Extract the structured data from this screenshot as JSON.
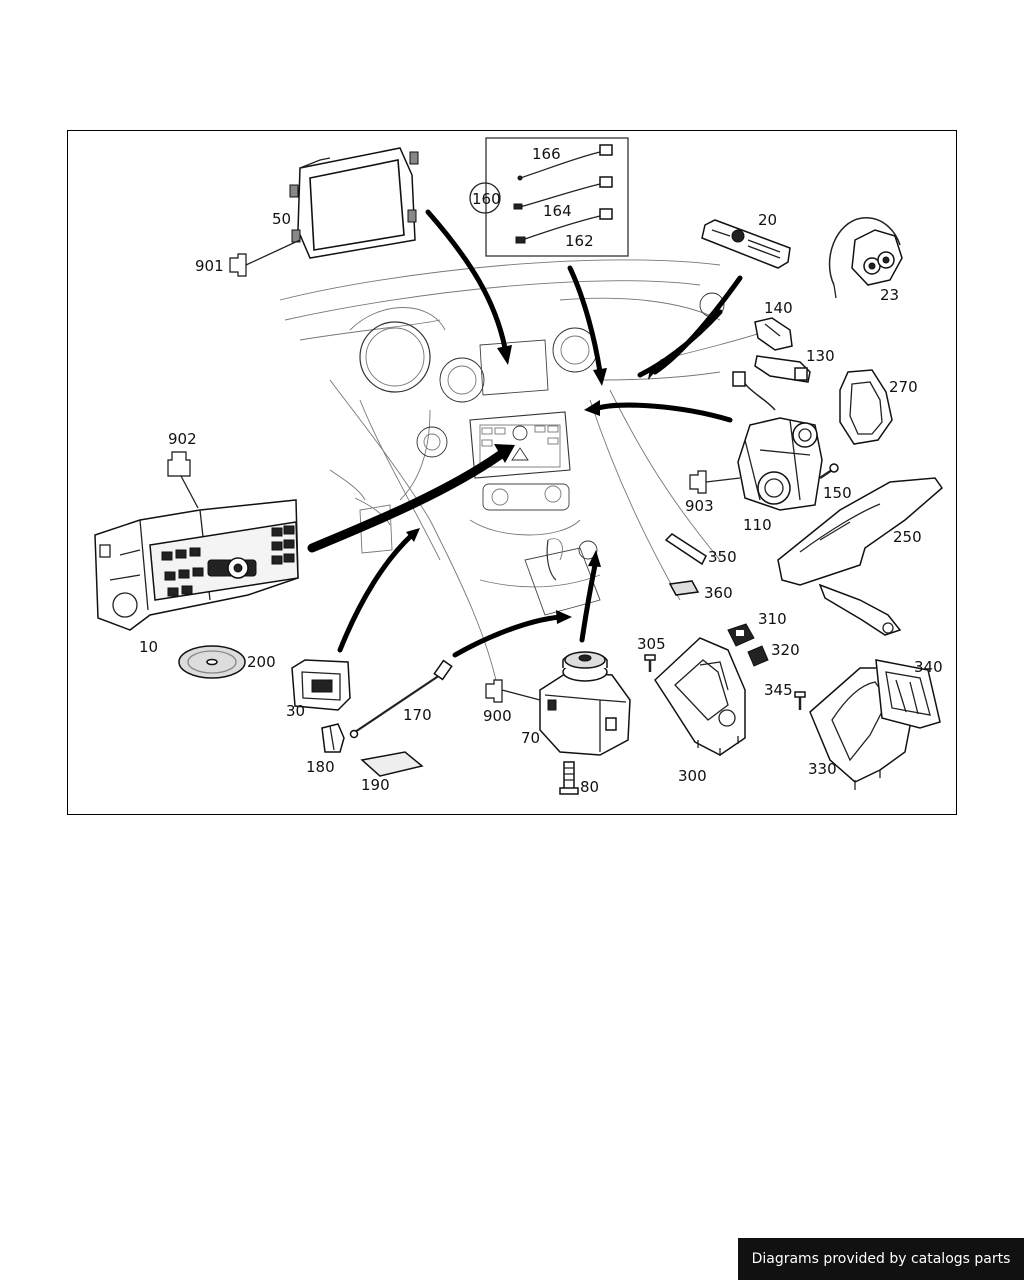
{
  "footer": {
    "text": "Diagrams provided by catalogs parts"
  },
  "callouts": {
    "c10": "10",
    "c20": "20",
    "c23": "23",
    "c30": "30",
    "c50": "50",
    "c70": "70",
    "c80": "80",
    "c110": "110",
    "c130": "130",
    "c140": "140",
    "c150": "150",
    "c160": "160",
    "c162": "162",
    "c164": "164",
    "c166": "166",
    "c170": "170",
    "c180": "180",
    "c190": "190",
    "c200": "200",
    "c250": "250",
    "c270": "270",
    "c300": "300",
    "c305": "305",
    "c310": "310",
    "c320": "320",
    "c330": "330",
    "c340": "340",
    "c345": "345",
    "c350": "350",
    "c360": "360",
    "c900": "900",
    "c901": "901",
    "c902": "902",
    "c903": "903"
  },
  "colors": {
    "ink": "#111111",
    "badge_bg": "#111111",
    "badge_text": "#ffffff"
  }
}
